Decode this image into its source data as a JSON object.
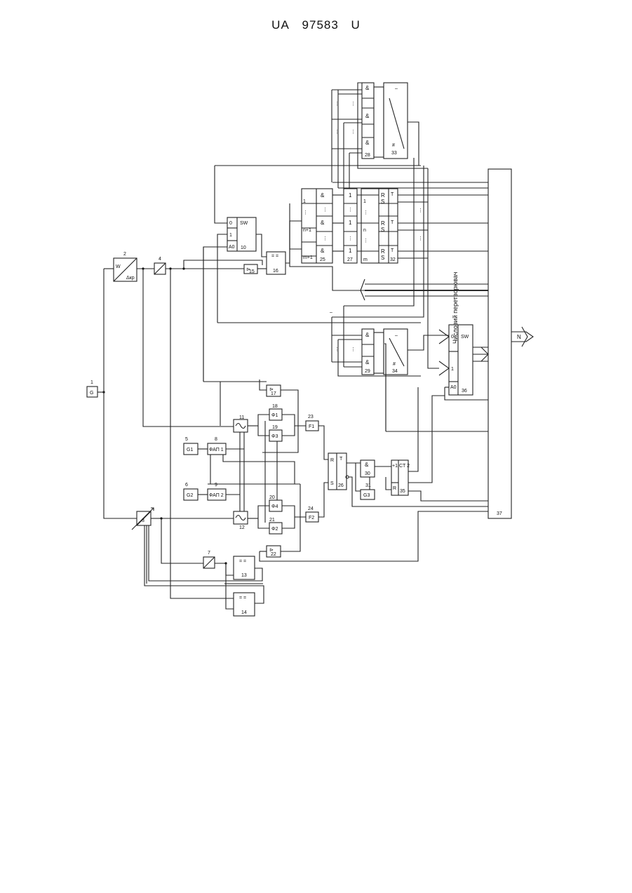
{
  "header": {
    "country": "UA",
    "number": "97583",
    "kind": "U"
  },
  "blocks": {
    "b1": {
      "num": "1",
      "label": "G"
    },
    "b2": {
      "num": "2",
      "top": "W",
      "bottom": "Δкр"
    },
    "b4": {
      "num": "4"
    },
    "b5": {
      "num": "5",
      "label": "G1"
    },
    "b6": {
      "num": "6",
      "label": "G2"
    },
    "b8": {
      "num": "8",
      "label": "ФАП 1"
    },
    "b9": {
      "num": "9",
      "label": "ФАП 2"
    },
    "b7": {
      "num": "7"
    },
    "b3": {
      "num": "3"
    },
    "b10": {
      "num": "10",
      "label": "SW",
      "in0": "0",
      "in1": "1",
      "addr": "A0"
    },
    "b11": {
      "num": "11"
    },
    "b12": {
      "num": "12"
    },
    "b13": {
      "num": "13"
    },
    "b14": {
      "num": "14"
    },
    "b15": {
      "num": "15"
    },
    "b16": {
      "num": "16"
    },
    "b17": {
      "num": "17"
    },
    "b18": {
      "num": "18",
      "label": "Φ1"
    },
    "b19": {
      "num": "19",
      "label": "Φ3"
    },
    "b20": {
      "num": "20",
      "label": "Φ4"
    },
    "b21": {
      "num": "21",
      "label": "Φ2"
    },
    "b22": {
      "num": "22"
    },
    "b23": {
      "num": "23",
      "label": "F1"
    },
    "b24": {
      "num": "24",
      "label": "F2"
    },
    "b25": {
      "num": "25"
    },
    "b26": {
      "num": "26",
      "r": "R",
      "s": "S",
      "t": "T"
    },
    "b27": {
      "num": "27"
    },
    "b28": {
      "num": "28"
    },
    "b29": {
      "num": "29"
    },
    "b30": {
      "num": "30",
      "label": "&"
    },
    "b31": {
      "num": "31",
      "label": "G3"
    },
    "b32": {
      "num": "32"
    },
    "b33": {
      "num": "33"
    },
    "b34": {
      "num": "34"
    },
    "b35": {
      "num": "35",
      "label": "CT 2",
      "plus": "+1",
      "r": "R"
    },
    "b36": {
      "num": "36",
      "label": "SW",
      "in0": "0",
      "in1": "1",
      "addr": "A0"
    },
    "b37": {
      "num": "37",
      "label": "Числовий перетворювач"
    }
  },
  "symbols": {
    "and": "&",
    "not": "1",
    "reset": "R",
    "set": "S",
    "trigger": "T",
    "dots": "⋮",
    "out": "N",
    "hash": "#",
    "eq": "= ="
  },
  "indices": {
    "i1": "1",
    "n": "n",
    "n1": "n+1",
    "n1b": "m+1",
    "m": "m"
  }
}
